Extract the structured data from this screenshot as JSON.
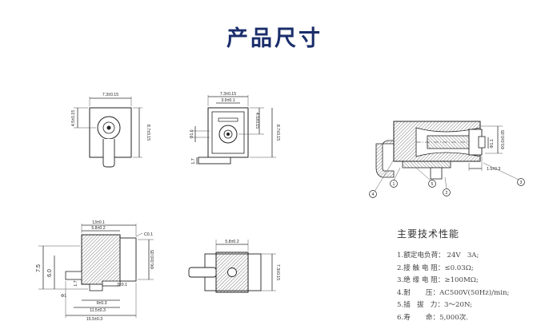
{
  "title": "产品尺寸",
  "views": {
    "front": {
      "width": "7.3±0.15",
      "height": "8.7±0.15",
      "offset": "4.5±0.15"
    },
    "top": {
      "width": "7.3±0.15",
      "inner": "3.9±0.1",
      "offset": "4.5±0.15",
      "height": "8.7±0.15",
      "hole": "Φ1.6",
      "pin": "1.7"
    },
    "section": {
      "dia1": "Φ1.1",
      "dia2": "Φ3.0±0.05",
      "depth": "1.5±0.3",
      "callouts": [
        "1",
        "2",
        "3",
        "4",
        "5"
      ]
    },
    "side": {
      "len1": "13±0.1",
      "len2": "5.8±0.2",
      "c": "C0.1",
      "dia": "Φ6.0±0.05",
      "pin": "3±0.1",
      "p1": "Φ1",
      "p2": "1.7",
      "d9": "9±0.3",
      "d115": "11.5±0.3",
      "d155": "15.5±0.3",
      "h75": "7.5",
      "h60": "6.0"
    },
    "bottom": {
      "width": "5.8±0.2",
      "height": "7.3±0.15"
    }
  },
  "specs": {
    "title": "主要技术性能",
    "items": [
      "1.额定电负荷： 24V   3A;",
      "2.接 触 电 阻：≤0.03Ω;",
      "3.绝 缘 电 阻：≥100MΩ;",
      "4.耐       压：AC500V(50Hz)/min;",
      "5.插   拔   力：3～20N;",
      "6.寿       命：5,000次."
    ]
  }
}
